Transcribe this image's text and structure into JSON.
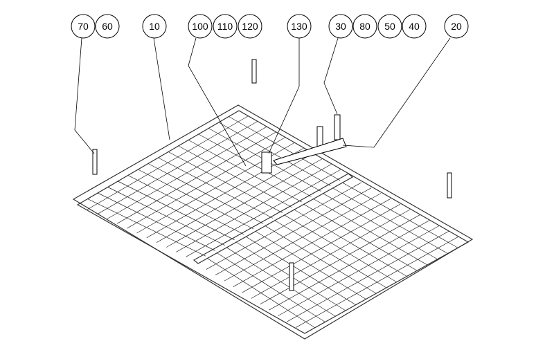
{
  "drawing": {
    "balloons": [
      "70",
      "60",
      "10",
      "100",
      "110",
      "120",
      "130",
      "30",
      "80",
      "50",
      "40",
      "20"
    ],
    "line_color": "#000000"
  }
}
